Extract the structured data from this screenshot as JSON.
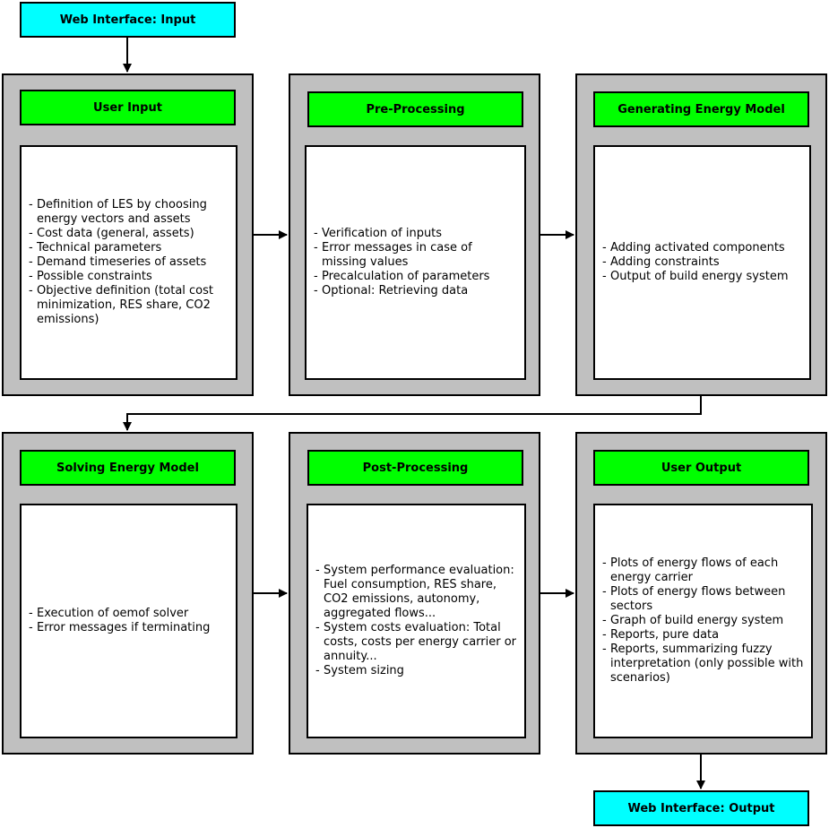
{
  "input_box": {
    "label": "Web Interface: Input"
  },
  "output_box": {
    "label": "Web Interface: Output"
  },
  "stages": [
    {
      "title": "User Input",
      "items": [
        "Definition of LES by choosing energy vectors and assets",
        "Cost data (general, assets)",
        "Technical parameters",
        "Demand timeseries of assets",
        "Possible constraints",
        "Objective definition (total cost minimization, RES share, CO2 emissions)"
      ]
    },
    {
      "title": "Pre-Processing",
      "items": [
        "Verification of inputs",
        "Error messages in case of missing values",
        "Precalculation of parameters",
        "Optional: Retrieving data"
      ]
    },
    {
      "title": "Generating Energy Model",
      "items": [
        "Adding activated components",
        "Adding constraints",
        "Output of build energy system"
      ]
    },
    {
      "title": "Solving Energy Model",
      "items": [
        "Execution of oemof solver",
        "Error messages if terminating"
      ]
    },
    {
      "title": "Post-Processing",
      "items": [
        "System performance evaluation: Fuel consumption, RES share, CO2 emissions, autonomy, aggregated flows...",
        "System costs evaluation: Total costs, costs per energy carrier or annuity...",
        "System sizing"
      ]
    },
    {
      "title": "User Output",
      "items": [
        "Plots of energy flows of each energy carrier",
        "Plots of energy flows between sectors",
        "Graph of build energy system",
        "Reports, pure data",
        "Reports, summarizing fuzzy interpretation (only possible with scenarios)"
      ]
    }
  ],
  "colors": {
    "io_fill": "#00ffff",
    "stage_fill": "#c0c0c0",
    "title_fill": "#00ff00"
  }
}
